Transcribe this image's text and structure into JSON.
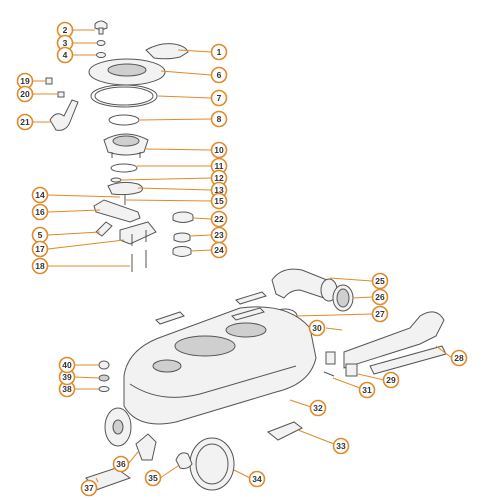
{
  "diagram": {
    "accent_color": "#e08a2a",
    "callouts": [
      "1",
      "2",
      "3",
      "4",
      "5",
      "6",
      "7",
      "8",
      "10",
      "11",
      "12",
      "13",
      "14",
      "15",
      "16",
      "17",
      "18",
      "19",
      "20",
      "21",
      "22",
      "23",
      "24",
      "25",
      "26",
      "27",
      "28",
      "29",
      "30",
      "31",
      "32",
      "33",
      "34",
      "35",
      "36",
      "37",
      "38",
      "39",
      "40"
    ]
  }
}
